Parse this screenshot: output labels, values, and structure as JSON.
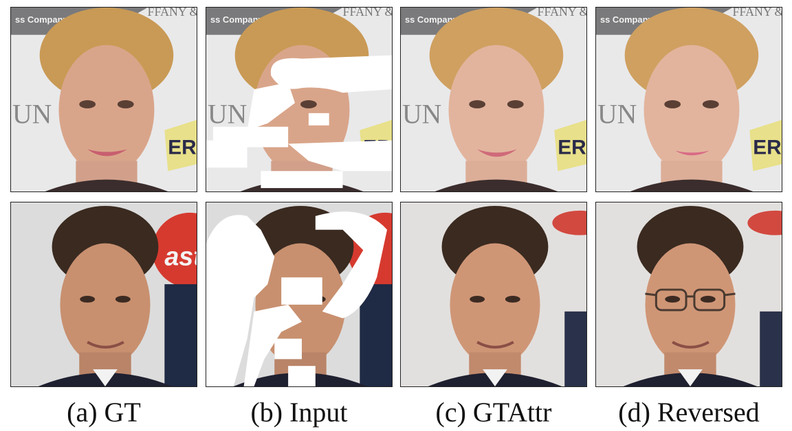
{
  "figure": {
    "captions": [
      "(a) GT",
      "(b) Input",
      "(c) GTAttr",
      "(d) Reversed"
    ],
    "backdrop_text": {
      "company_banner": "ss Company",
      "brand_top": "FFANY &",
      "brand_mid": "UN",
      "brand_right": "ERI",
      "logo_partial": "ast"
    },
    "colors": {
      "skin": "#d9a58a",
      "blonde_hair": "#c99a55",
      "dark_hair": "#3a2a20",
      "mask": "#ffffff",
      "logo_red": "#d63a2f"
    }
  }
}
